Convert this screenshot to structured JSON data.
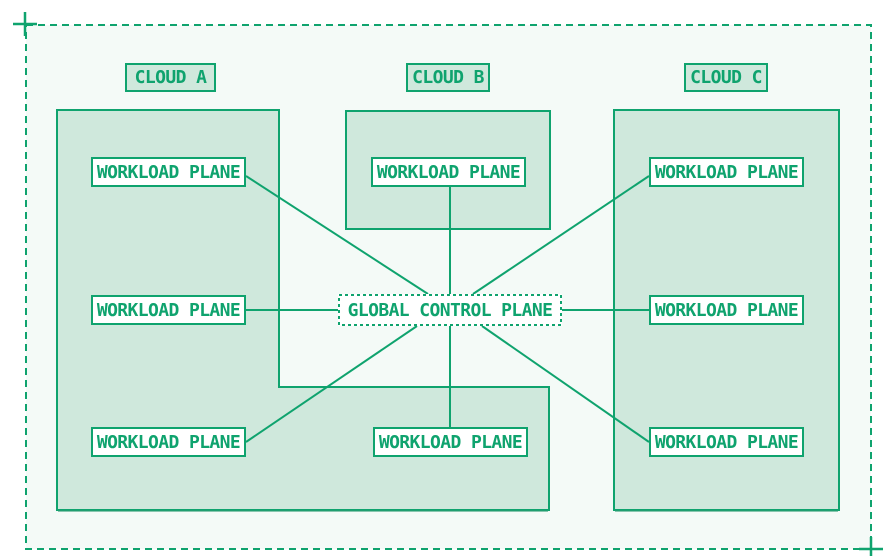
{
  "colors": {
    "stroke": "#0fa36e",
    "region_fill": "#cfe8dc",
    "canvas_fill": "#f4faf7",
    "node_fill": "#ffffff"
  },
  "clouds": [
    {
      "id": "cloud-a",
      "label": "CLOUD A"
    },
    {
      "id": "cloud-b",
      "label": "CLOUD B"
    },
    {
      "id": "cloud-c",
      "label": "CLOUD C"
    }
  ],
  "control_plane": {
    "label": "GLOBAL CONTROL PLANE"
  },
  "workload_planes": [
    {
      "cloud": "CLOUD A",
      "position": "top",
      "label": "WORKLOAD PLANE"
    },
    {
      "cloud": "CLOUD A",
      "position": "middle",
      "label": "WORKLOAD PLANE"
    },
    {
      "cloud": "CLOUD A",
      "position": "bottom",
      "label": "WORKLOAD PLANE"
    },
    {
      "cloud": "CLOUD B",
      "position": "center",
      "label": "WORKLOAD PLANE"
    },
    {
      "cloud": "CLOUD A",
      "position": "bottom-center-extension",
      "label": "WORKLOAD PLANE"
    },
    {
      "cloud": "CLOUD C",
      "position": "top",
      "label": "WORKLOAD PLANE"
    },
    {
      "cloud": "CLOUD C",
      "position": "middle",
      "label": "WORKLOAD PLANE"
    },
    {
      "cloud": "CLOUD C",
      "position": "bottom",
      "label": "WORKLOAD PLANE"
    }
  ],
  "connections": [
    {
      "from": "GLOBAL CONTROL PLANE",
      "to": "CLOUD A / WORKLOAD PLANE (top)"
    },
    {
      "from": "GLOBAL CONTROL PLANE",
      "to": "CLOUD A / WORKLOAD PLANE (middle)"
    },
    {
      "from": "GLOBAL CONTROL PLANE",
      "to": "CLOUD A / WORKLOAD PLANE (bottom)"
    },
    {
      "from": "GLOBAL CONTROL PLANE",
      "to": "CLOUD B / WORKLOAD PLANE"
    },
    {
      "from": "GLOBAL CONTROL PLANE",
      "to": "WORKLOAD PLANE (bottom center)"
    },
    {
      "from": "GLOBAL CONTROL PLANE",
      "to": "CLOUD C / WORKLOAD PLANE (top)"
    },
    {
      "from": "GLOBAL CONTROL PLANE",
      "to": "CLOUD C / WORKLOAD PLANE (middle)"
    },
    {
      "from": "GLOBAL CONTROL PLANE",
      "to": "CLOUD C / WORKLOAD PLANE (bottom)"
    }
  ]
}
